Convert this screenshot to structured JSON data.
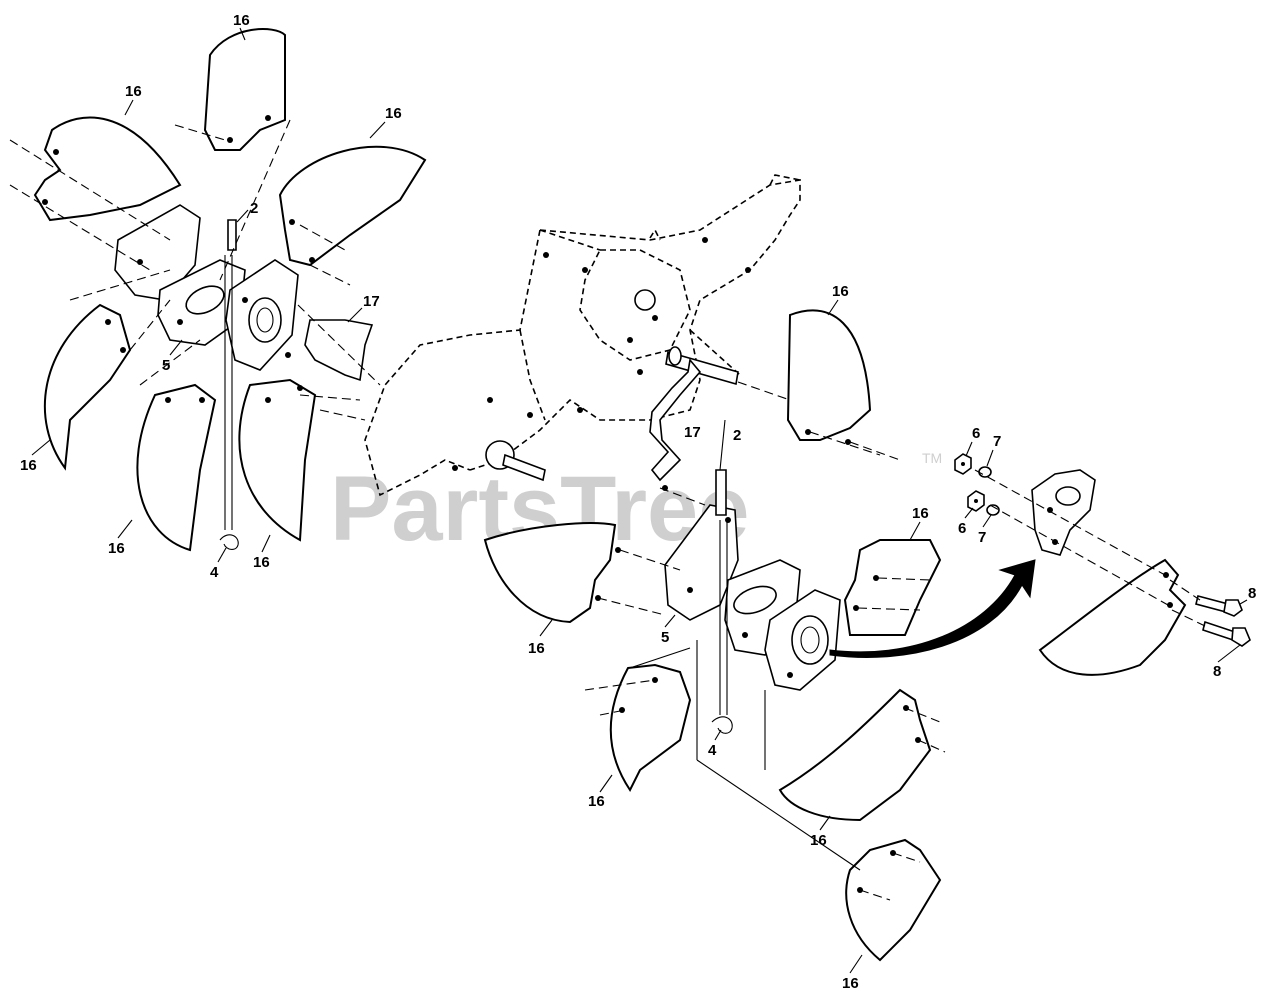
{
  "watermark": "PartsTree",
  "trademark": "TM",
  "callouts": {
    "blade": "16",
    "clevis_pin": "2",
    "hair_pin": "4",
    "hub": "5",
    "shield": "17",
    "nut": "6",
    "washer": "7",
    "bolt": "8"
  },
  "colors": {
    "line": "#000000",
    "watermark": "#cfcfcf",
    "background": "#ffffff"
  }
}
